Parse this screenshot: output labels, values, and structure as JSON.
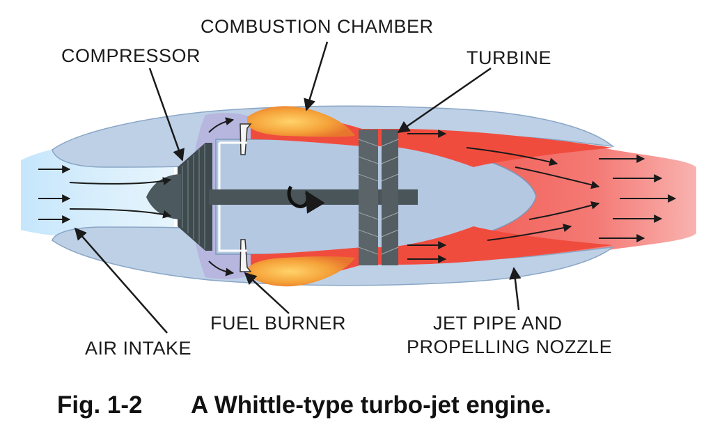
{
  "labels": {
    "combustion_chamber": "COMBUSTION CHAMBER",
    "compressor": "COMPRESSOR",
    "turbine": "TURBINE",
    "fuel_burner": "FUEL BURNER",
    "air_intake": "AIR INTAKE",
    "jet_pipe_line1": "JET PIPE AND",
    "jet_pipe_line2": "PROPELLING NOZZLE"
  },
  "caption": {
    "figure_number": "Fig. 1-2",
    "title": "A Whittle-type turbo-jet engine."
  },
  "colors": {
    "casing": "#b9cde4",
    "casing_edge": "#8aa6c6",
    "intake_air": "#a9d8f4",
    "inner_duct": "#b8b8e0",
    "hot_exhaust": "#f36a63",
    "flame": "#f2a33a",
    "metal": "#5a6468"
  }
}
